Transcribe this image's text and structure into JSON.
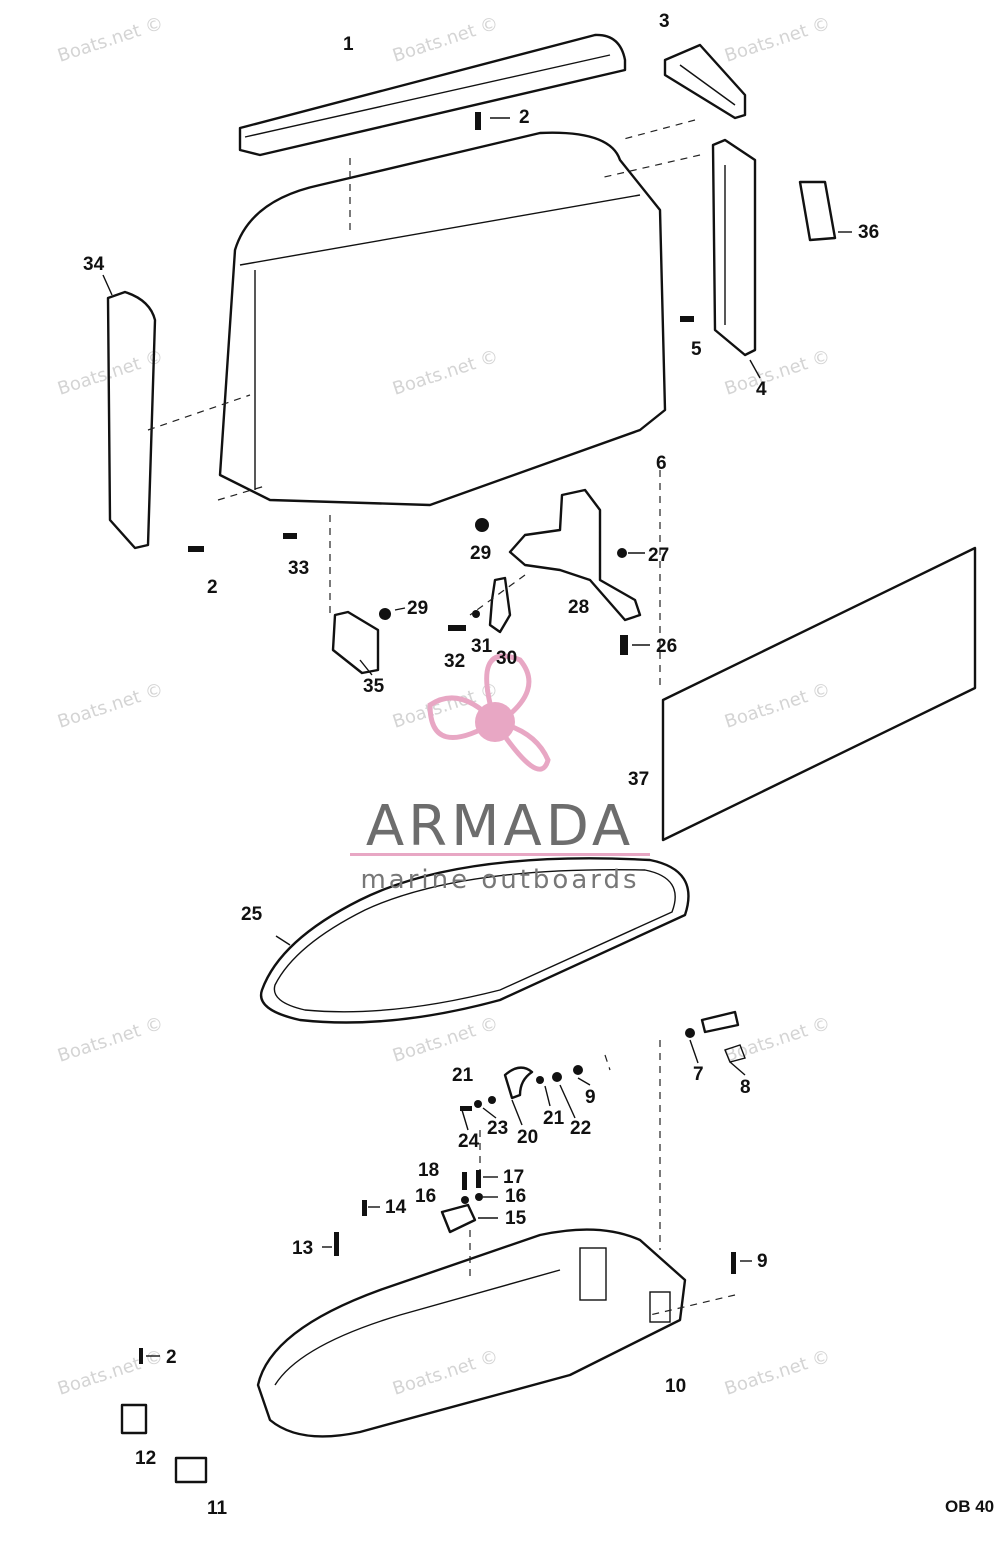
{
  "watermark": {
    "text": "Boats.net ©"
  },
  "logo": {
    "title": "ARMADA",
    "subtitle": "marine outboards",
    "accent": "#e8a7c4",
    "rule_color": "#e8a7c4"
  },
  "drawing_code": "OB 40",
  "callouts": [
    "1",
    "2",
    "2",
    "2",
    "3",
    "4",
    "5",
    "6",
    "7",
    "8",
    "9",
    "9",
    "10",
    "11",
    "12",
    "13",
    "14",
    "15",
    "16",
    "16",
    "17",
    "18",
    "20",
    "21",
    "21",
    "22",
    "23",
    "24",
    "25",
    "26",
    "27",
    "28",
    "29",
    "29",
    "30",
    "31",
    "32",
    "33",
    "34",
    "35",
    "36",
    "37"
  ]
}
